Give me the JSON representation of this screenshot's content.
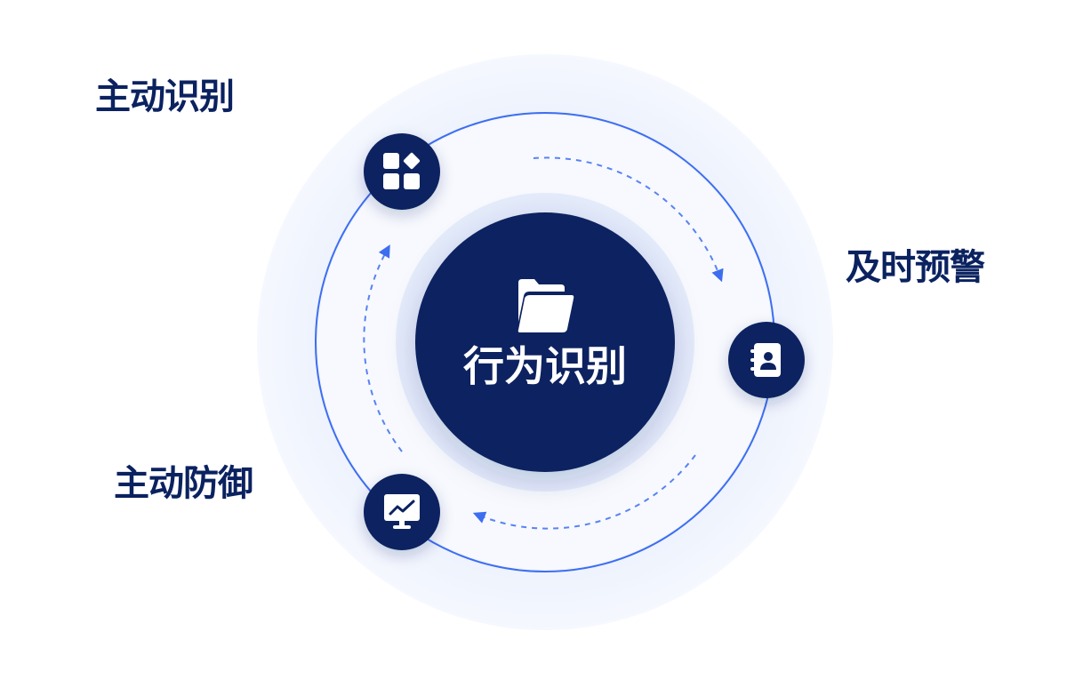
{
  "center": {
    "title": "行为识别",
    "icon": "folder-icon"
  },
  "nodes": [
    {
      "label": "主动识别",
      "icon": "apps-grid-icon"
    },
    {
      "label": "及时预警",
      "icon": "contact-book-icon"
    },
    {
      "label": "主动防御",
      "icon": "monitor-chart-icon"
    }
  ],
  "colors": {
    "navy": "#0b2260",
    "ring_line": "#3d6ef0",
    "arrow": "#3d6ef0",
    "halo_outer": "#eef3fd",
    "halo_mid": "#f6f8fe",
    "halo_inner": "#e3eafb",
    "label_text": "#0b2260",
    "icon_fill": "#ffffff"
  }
}
